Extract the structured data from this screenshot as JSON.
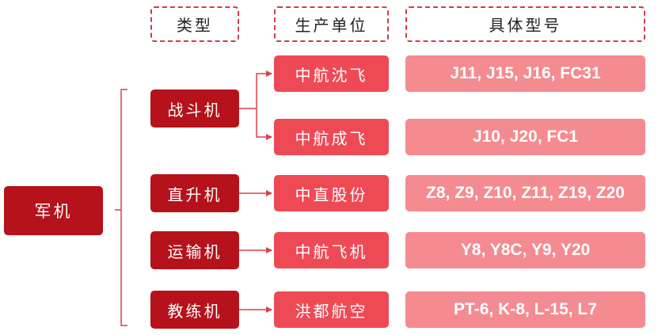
{
  "headers": {
    "type": "类型",
    "maker": "生产单位",
    "model": "具体型号"
  },
  "root": "军机",
  "types": [
    "战斗机",
    "直升机",
    "运输机",
    "教练机"
  ],
  "makers": [
    "中航沈飞",
    "中航成飞",
    "中直股份",
    "中航飞机",
    "洪都航空"
  ],
  "models": [
    "J11, J15, J16, FC31",
    "J10, J20, FC1",
    "Z8, Z9, Z10, Z11, Z19, Z20",
    "Y8, Y8C, Y9, Y20",
    "PT-6, K-8, L-15, L7"
  ],
  "colors": {
    "root": "#b5121b",
    "type": "#b5121b",
    "maker": "#ee4a55",
    "model": "#f48b90",
    "header_border": "#cf3a45",
    "connector": "#d9404b"
  }
}
